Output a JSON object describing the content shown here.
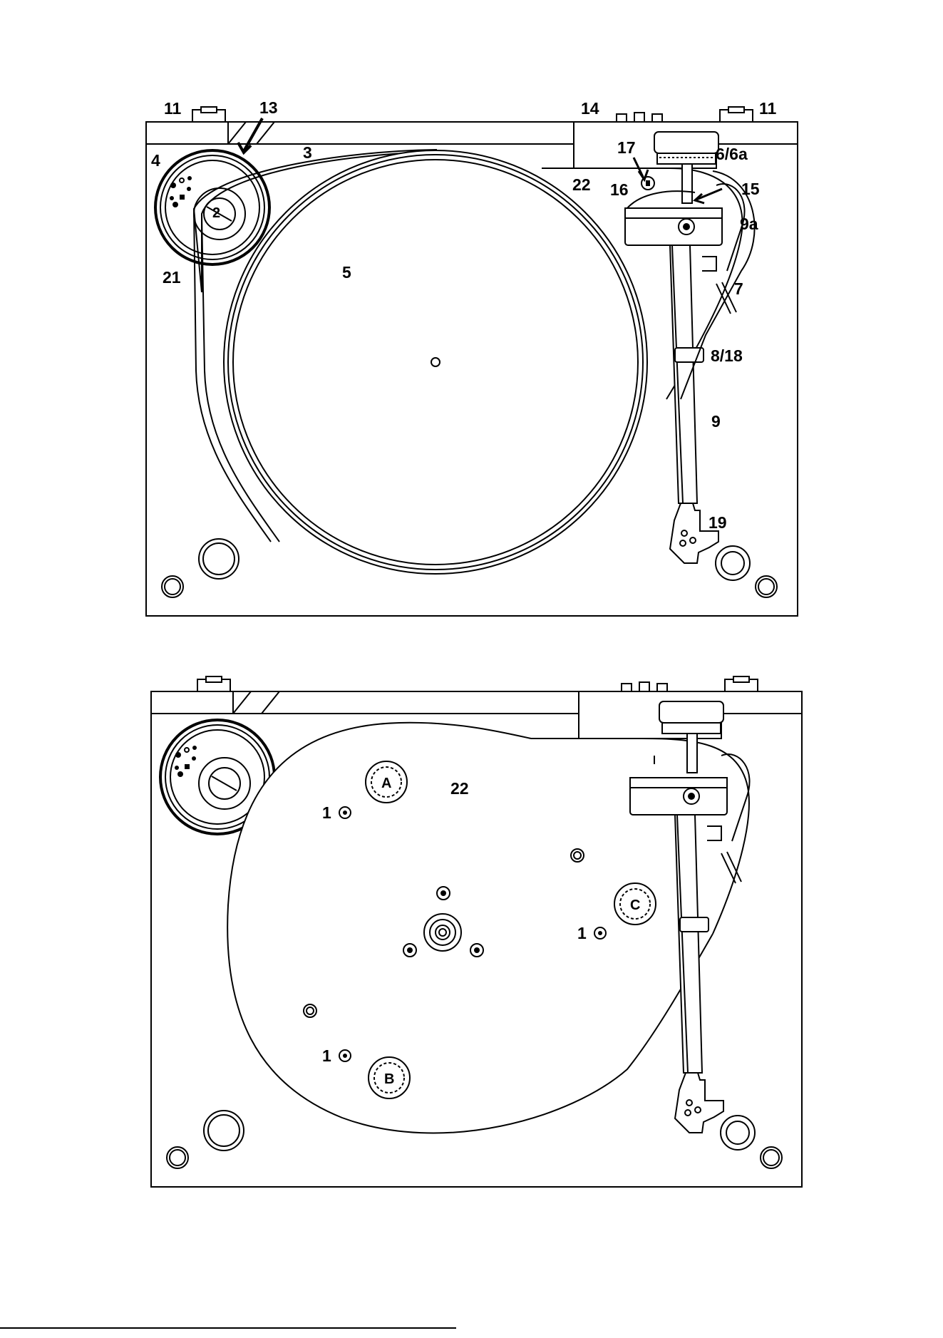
{
  "top_figure": {
    "labels": {
      "lbl_11_left": "11",
      "lbl_13": "13",
      "lbl_14": "14",
      "lbl_11_right": "11",
      "lbl_4": "4",
      "lbl_3": "3",
      "lbl_17": "17",
      "lbl_6_6a": "6/6a",
      "lbl_22": "22",
      "lbl_16": "16",
      "lbl_15": "15",
      "lbl_2": "2",
      "lbl_9a": "9a",
      "lbl_21": "21",
      "lbl_5": "5",
      "lbl_7": "7",
      "lbl_8_18": "8/18",
      "lbl_9": "9",
      "lbl_19": "19"
    }
  },
  "bottom_figure": {
    "labels": {
      "lbl_22": "22",
      "lbl_1_a": "1",
      "lbl_1_b": "1",
      "lbl_1_c": "1",
      "pad_a": "A",
      "pad_b": "B",
      "pad_c": "C"
    }
  }
}
